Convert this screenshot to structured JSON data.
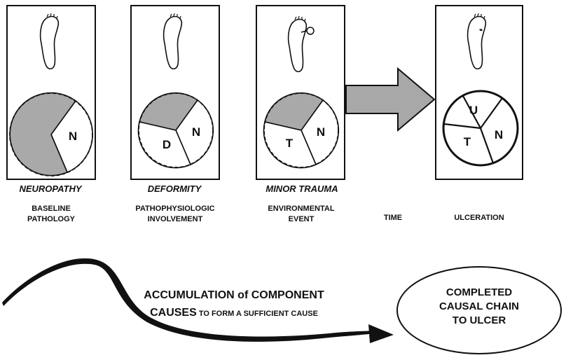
{
  "stages": [
    {
      "condition": "NEUROPATHY",
      "caption": [
        "BASELINE",
        "PATHOLOGY"
      ],
      "segments": [
        "N"
      ]
    },
    {
      "condition": "DEFORMITY",
      "caption": [
        "PATHOPHYSIOLOGIC",
        "INVOLVEMENT"
      ],
      "segments": [
        "D",
        "N"
      ]
    },
    {
      "condition": "MINOR TRAUMA",
      "caption": [
        "ENVIRONMENTAL",
        "EVENT"
      ],
      "segments": [
        "T",
        "N"
      ]
    },
    {
      "condition": "",
      "caption": [
        "ULCERATION"
      ],
      "segments": [
        "U",
        "T",
        "N"
      ]
    }
  ],
  "arrow_label": "TIME",
  "accumulation": {
    "line1": "ACCUMULATION of COMPONENT",
    "line2_big": "CAUSES",
    "line2_small": " TO FORM A SUFFICIENT CAUSE"
  },
  "result": [
    "COMPLETED",
    "CAUSAL CHAIN",
    "TO ULCER"
  ],
  "colors": {
    "filled_segment": "#a9a9a9",
    "line": "#111111",
    "arrow_fill": "#a8a8a8"
  }
}
